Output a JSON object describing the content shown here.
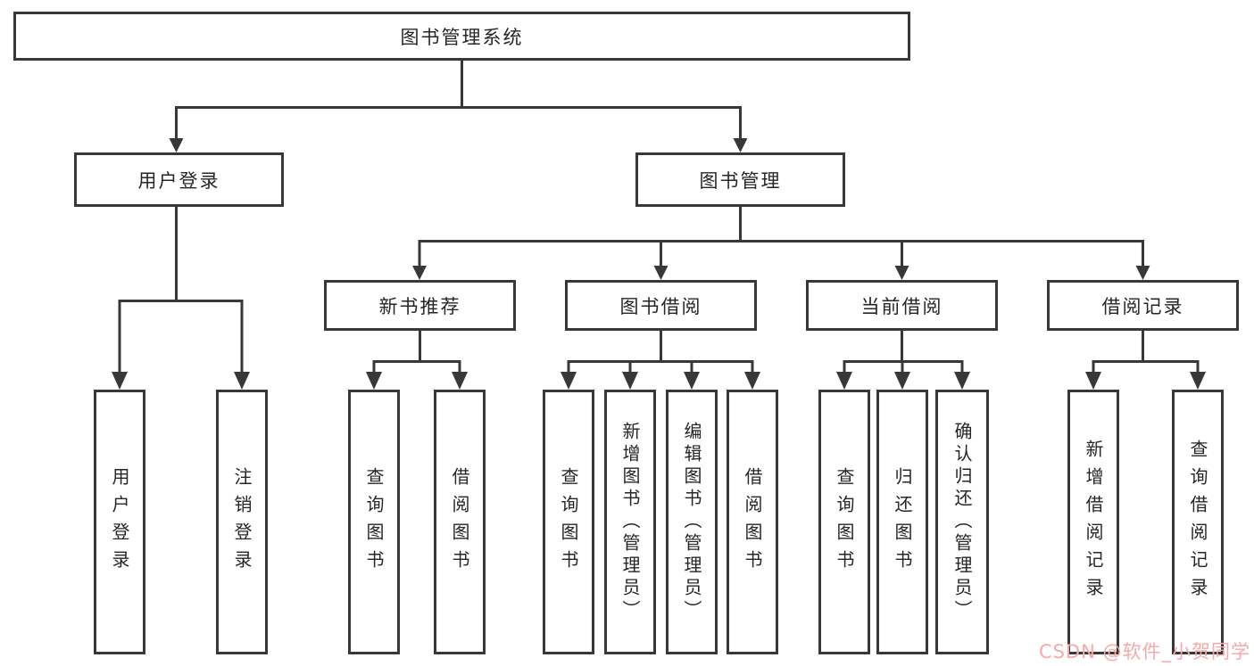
{
  "tree": {
    "root": {
      "label": "图书管理系统"
    },
    "branches": [
      {
        "label": "用户登录",
        "children": [
          {
            "label": "用户登录"
          },
          {
            "label": "注销登录"
          }
        ]
      },
      {
        "label": "图书管理",
        "children": [
          {
            "label": "新书推荐",
            "children": [
              {
                "label": "查询图书"
              },
              {
                "label": "借阅图书"
              }
            ]
          },
          {
            "label": "图书借阅",
            "children": [
              {
                "label": "查询图书"
              },
              {
                "label": "新增图书（管理员）"
              },
              {
                "label": "编辑图书（管理员）"
              },
              {
                "label": "借阅图书"
              }
            ]
          },
          {
            "label": "当前借阅",
            "children": [
              {
                "label": "查询图书"
              },
              {
                "label": "归还图书"
              },
              {
                "label": "确认归还（管理员）"
              }
            ]
          },
          {
            "label": "借阅记录",
            "children": [
              {
                "label": "新增借阅记录"
              },
              {
                "label": "查询借阅记录"
              }
            ]
          }
        ]
      }
    ]
  },
  "watermark": {
    "text": "CSDN @软件_小贺同学",
    "color": "#f7a8a8"
  },
  "colors": {
    "line": "#383838",
    "background": "#ffffff",
    "text": "#262626"
  }
}
